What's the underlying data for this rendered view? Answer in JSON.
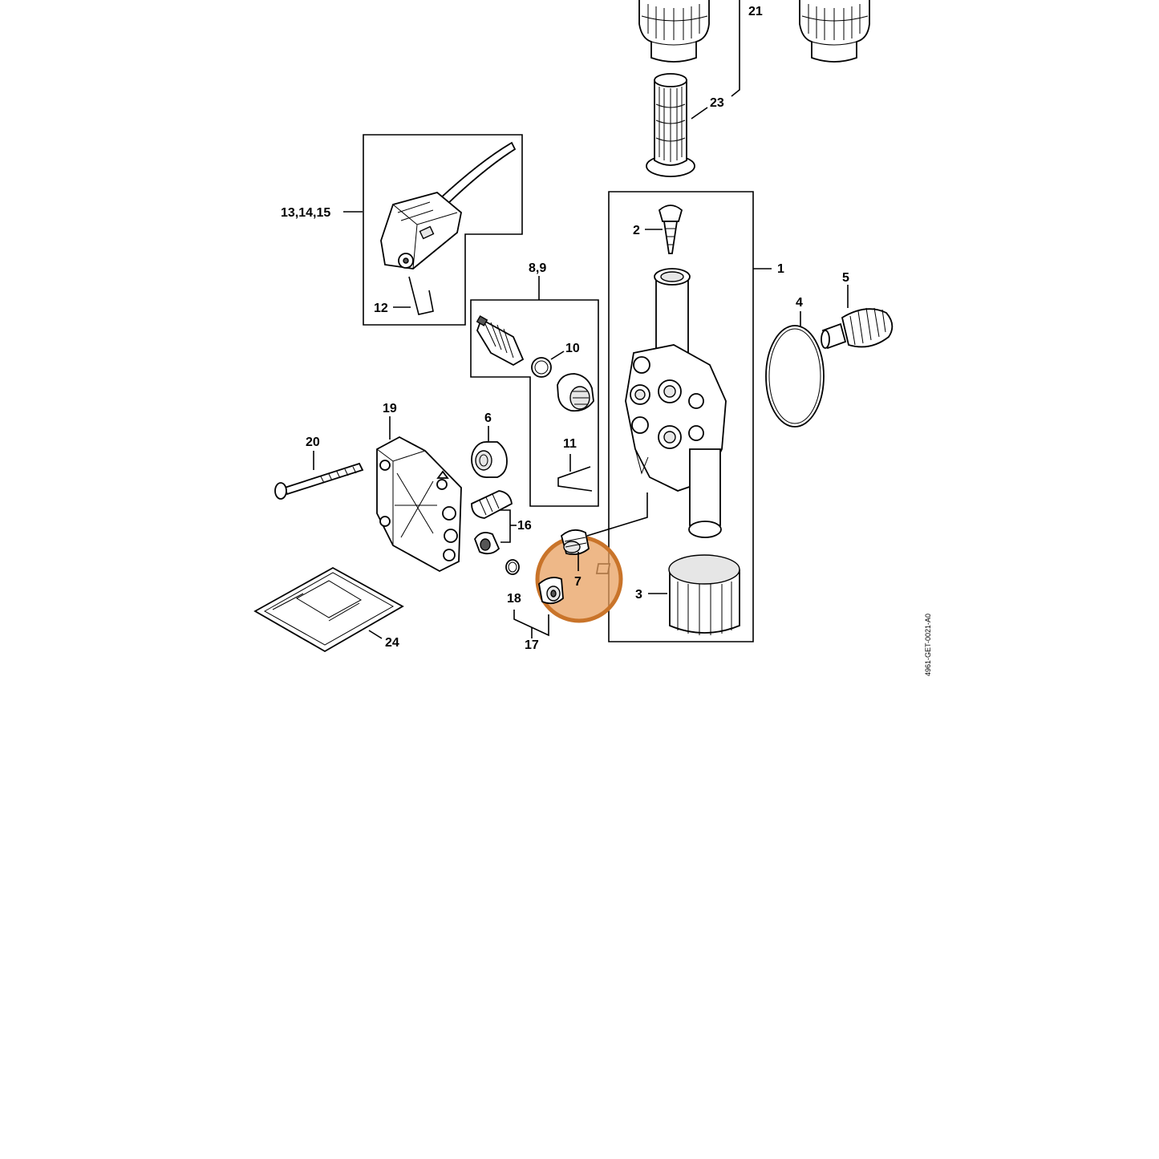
{
  "labels": {
    "p1": "1",
    "p2": "2",
    "p3": "3",
    "p4": "4",
    "p5": "5",
    "p6": "6",
    "p7": "7",
    "p8_9": "8,9",
    "p10": "10",
    "p11": "11",
    "p12": "12",
    "p13_14_15": "13,14,15",
    "p16": "16",
    "p17": "17",
    "p18": "18",
    "p19": "19",
    "p20": "20",
    "p21": "21",
    "p23": "23",
    "p24": "24"
  },
  "drawing_code": "4961-GET-0021-A0",
  "highlight": {
    "part": "7",
    "color": "#e8a060",
    "ring_color": "#c9742a"
  }
}
